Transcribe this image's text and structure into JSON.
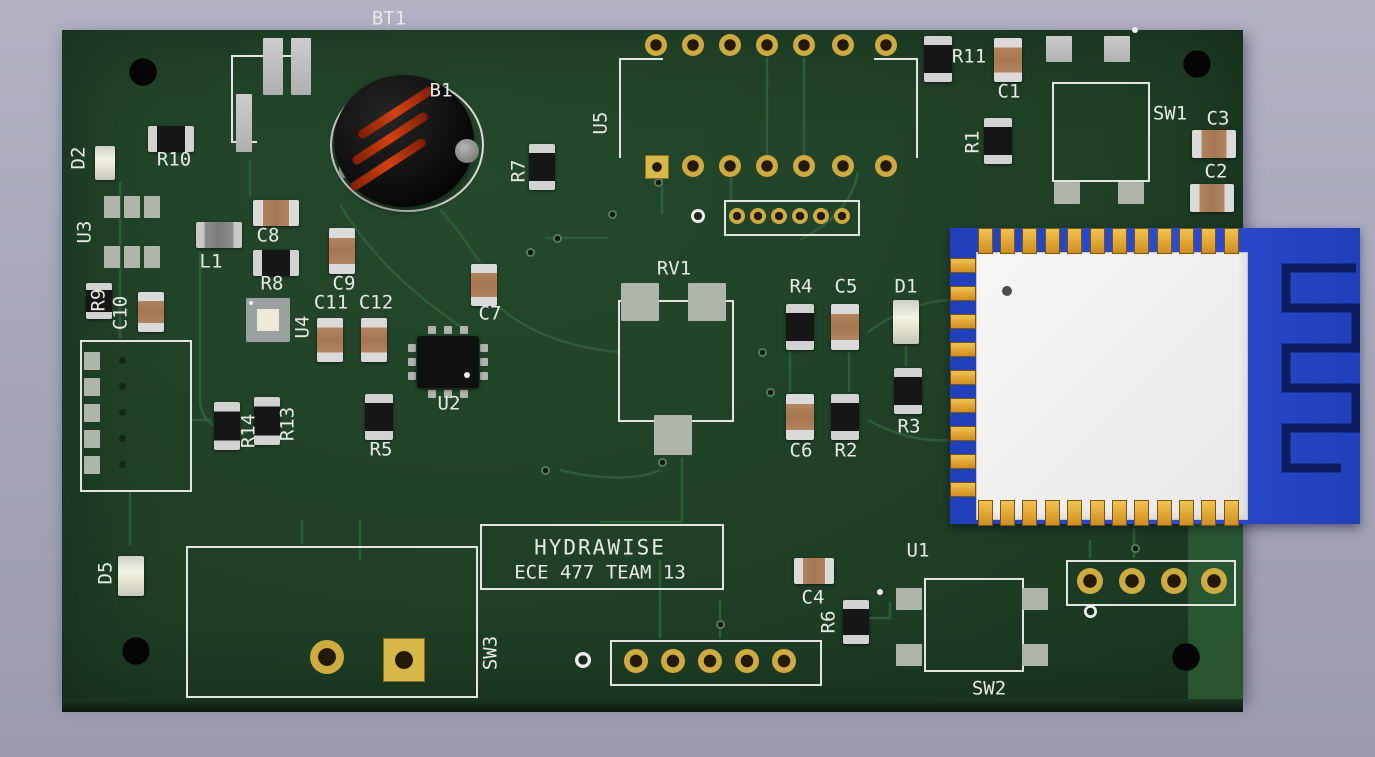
{
  "board": {
    "silkscreen_title": "HYDRAWISE",
    "silkscreen_subtitle": "ECE 477 TEAM 13"
  },
  "designators": {
    "bt1": "BT1",
    "b1": "B1",
    "r10": "R10",
    "d2": "D2",
    "u3": "U3",
    "r9": "R9",
    "c10": "C10",
    "l1": "L1",
    "c8": "C8",
    "r8": "R8",
    "c9": "C9",
    "u4": "U4",
    "c11": "C11",
    "c12": "C12",
    "c7": "C7",
    "r7": "R7",
    "u5": "U5",
    "u2": "U2",
    "r5": "R5",
    "r14": "R14",
    "r13": "R13",
    "rv1": "RV1",
    "r4": "R4",
    "c5": "C5",
    "d1": "D1",
    "c6": "C6",
    "r2": "R2",
    "r3": "R3",
    "r11": "R11",
    "c1": "C1",
    "r1": "R1",
    "sw1": "SW1",
    "c3": "C3",
    "c2": "C2",
    "d5": "D5",
    "sw3": "SW3",
    "c4": "C4",
    "r6": "R6",
    "u1": "U1",
    "sw2": "SW2"
  },
  "colors": {
    "background_lavender": "#a7a6ba",
    "board_green": "#1f4027",
    "board_light_green": "#2b5a34",
    "silkscreen_white": "#e9e9e4",
    "module_blue": "#2a4cd2",
    "pin_gold": "#d9a93c",
    "pad_gray": "#aeb6ac",
    "resistor_black": "#161616",
    "capacitor_tan": "#a5764f",
    "antenna_dark_blue": "#0d1d62",
    "stripe_red": "#d2430f"
  }
}
